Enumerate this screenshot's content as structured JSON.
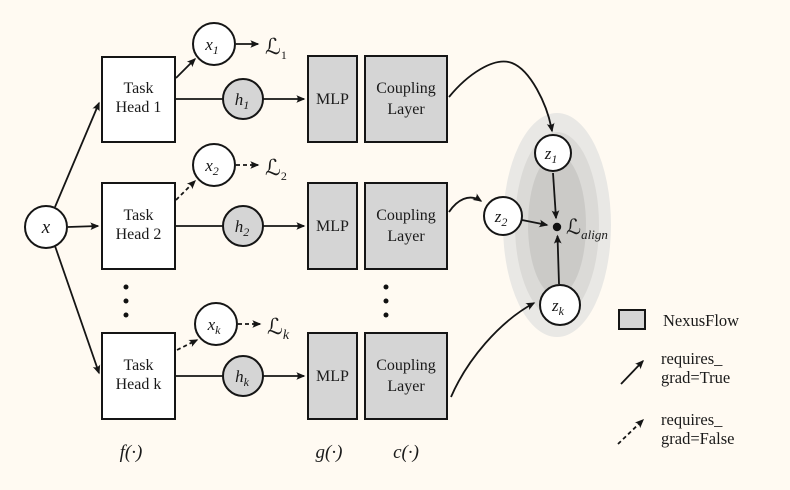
{
  "colors": {
    "background": "#fffaf2",
    "flow_block_fill": "#d5d5d5",
    "stroke": "#151515",
    "ellipse_outer": "#e9e8e5",
    "ellipse_mid": "#dbdad7",
    "ellipse_inner": "#cbcac7"
  },
  "input_node": {
    "label": "x"
  },
  "rows": [
    {
      "head_line1": "Task",
      "head_line2": "Head 1",
      "x_main": "x",
      "x_sub": "1",
      "loss_main": "ℒ",
      "loss_sub": "1",
      "h_main": "h",
      "h_sub": "1",
      "mlp_label": "MLP",
      "coupling_line1": "Coupling",
      "coupling_line2": "Layer"
    },
    {
      "head_line1": "Task",
      "head_line2": "Head 2",
      "x_main": "x",
      "x_sub": "2",
      "loss_main": "ℒ",
      "loss_sub": "2",
      "h_main": "h",
      "h_sub": "2",
      "mlp_label": "MLP",
      "coupling_line1": "Coupling",
      "coupling_line2": "Layer"
    },
    {
      "head_line1": "Task",
      "head_line2": "Head k",
      "x_main": "x",
      "x_sub": "k",
      "loss_main": "ℒ",
      "loss_sub": "k",
      "h_main": "h",
      "h_sub": "k",
      "mlp_label": "MLP",
      "coupling_line1": "Coupling",
      "coupling_line2": "Layer"
    }
  ],
  "z_nodes": [
    {
      "main": "z",
      "sub": "1"
    },
    {
      "main": "z",
      "sub": "2"
    },
    {
      "main": "z",
      "sub": "k"
    }
  ],
  "align_loss": {
    "main": "ℒ",
    "sub": "align"
  },
  "function_labels": {
    "f": "f(·)",
    "g": "g(·)",
    "c": "c(·)"
  },
  "legend": {
    "flow_label": "NexusFlow",
    "solid_line1": "requires_",
    "solid_line2": "grad=True",
    "dashed_line1": "requires_",
    "dashed_line2": "grad=False"
  }
}
